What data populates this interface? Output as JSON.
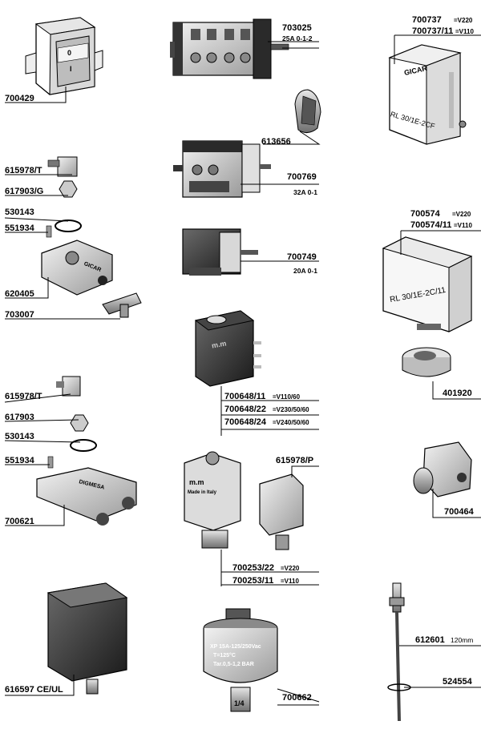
{
  "parts": {
    "p700429": {
      "code": "700429",
      "symbol": "0",
      "symbol2": "I"
    },
    "p703025": {
      "code": "703025",
      "spec": "25A 0-1-2"
    },
    "p613656": {
      "code": "613656"
    },
    "p700769": {
      "code": "700769",
      "spec": "32A 0-1"
    },
    "p700749": {
      "code": "700749",
      "spec": "20A 0-1"
    },
    "p700737": {
      "code": "700737",
      "variant": "=V220",
      "code2": "700737/11",
      "variant2": "=V110",
      "brand": "GICAR",
      "model": "RL 30/1E-2CF"
    },
    "p700574": {
      "code": "700574",
      "variant": "=V220",
      "code2": "700574/11",
      "variant2": "=V110",
      "model": "RL 30/1E-2C/11"
    },
    "p401920": {
      "code": "401920"
    },
    "group1": {
      "coil": "615978/T",
      "plug": "617903/G",
      "oring": "530143",
      "screw": "551934",
      "body": "620405",
      "brand": "GICAR",
      "fitting": "703007"
    },
    "group2": {
      "coil": "615978/T",
      "plug": "617903",
      "oring": "530143",
      "screw": "551934",
      "body": "700621",
      "brand": "DIGMESA"
    },
    "valve648": {
      "code1": "700648/11",
      "v1": "=V110/60",
      "code2": "700648/22",
      "v2": "=V230/50/60",
      "code3": "700648/24",
      "v3": "=V240/50/60",
      "brand": "m.m"
    },
    "valve253": {
      "coil": "615978/P",
      "code1": "700253/22",
      "v1": "=V220",
      "code2": "700253/11",
      "v2": "=V110",
      "brand": "m.m",
      "made": "Made in Italy"
    },
    "p700464": {
      "code": "700464"
    },
    "p616597": {
      "code": "616597 CE/UL"
    },
    "p700662": {
      "code": "700662",
      "line1": "XP 15A-125/250Vac",
      "line2": "T=125°C",
      "line3": "Tar.0,5-1,2 BAR",
      "thread": "1/4"
    },
    "p612601": {
      "code": "612601",
      "spec": "120mm"
    },
    "p524554": {
      "code": "524554"
    }
  }
}
